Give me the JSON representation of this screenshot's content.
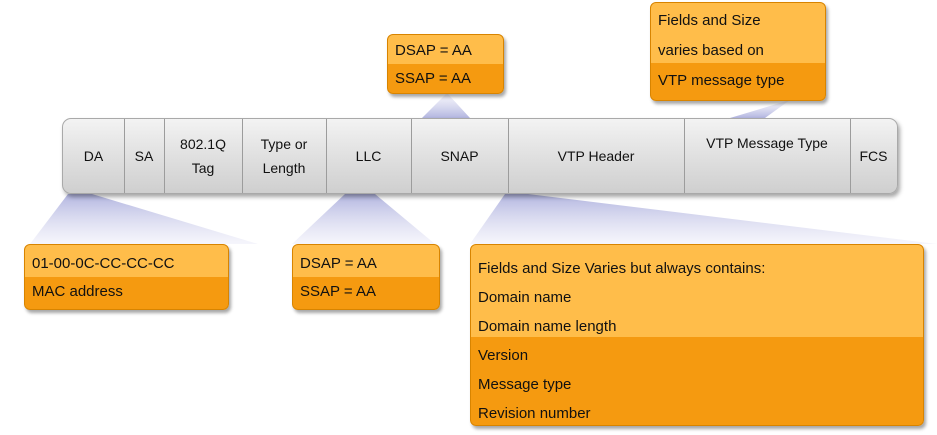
{
  "frame_fields": [
    {
      "id": "da",
      "label": "DA"
    },
    {
      "id": "sa",
      "label": "SA"
    },
    {
      "id": "tag",
      "label": "802.1Q\nTag"
    },
    {
      "id": "type",
      "label": "Type or\nLength"
    },
    {
      "id": "llc",
      "label": "LLC"
    },
    {
      "id": "snap",
      "label": "SNAP"
    },
    {
      "id": "vtp-header",
      "label": "VTP Header"
    },
    {
      "id": "vtp-message-type",
      "label": "VTP Message Type"
    },
    {
      "id": "fcs",
      "label": "FCS"
    }
  ],
  "callouts": {
    "snap_top": {
      "lines": [
        "DSAP = AA",
        "SSAP = AA"
      ]
    },
    "message_type": {
      "lines": [
        "Fields and Size",
        "varies based on",
        "VTP message type"
      ]
    },
    "da": {
      "lines": [
        "01-00-0C-CC-CC-CC",
        "MAC address"
      ]
    },
    "llc": {
      "lines": [
        "DSAP = AA",
        "SSAP = AA"
      ]
    },
    "vtp_header": {
      "lines": [
        "Fields and Size Varies but always contains:",
        "Domain name",
        "Domain name length",
        "Version",
        "Message type",
        "Revision number"
      ]
    }
  },
  "colors": {
    "orange_light": "#ffbd4a",
    "orange_dark": "#f59a10",
    "callout_fill": "#c9cbe8"
  }
}
